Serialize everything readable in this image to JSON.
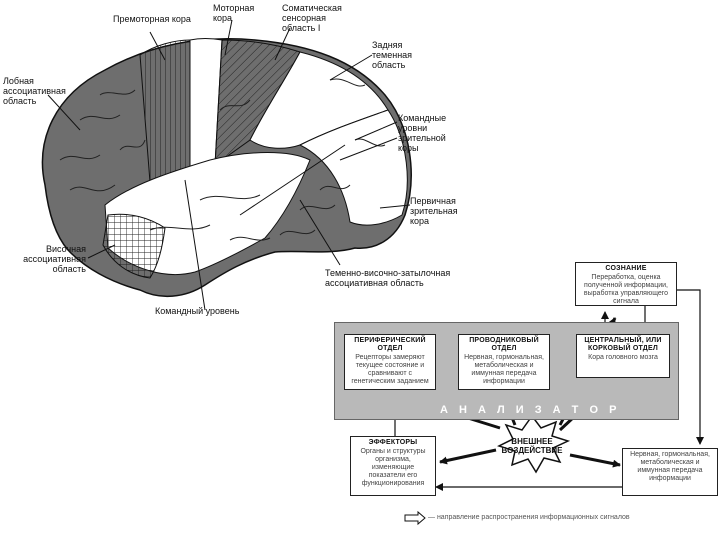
{
  "brain_labels": {
    "premotor": "Премоторная кора",
    "motor": "Моторная кора",
    "somatosensory": "Соматическая сенсорная область I",
    "posterior_parietal": "Задняя теменная область",
    "frontal_association": "Лобная ассоциативная область",
    "visual_command": "Командные уровни зрительной коры",
    "primary_visual": "Первичная зрительная кора",
    "temporal_association": "Височная ассоциативная область",
    "temporo_parieto_occipital": "Теменно-височно-затылочная ассоциативная область",
    "command_level": "Командный уровень"
  },
  "analyzer": {
    "band_label": "А Н А Л И З А Т О Р",
    "peripheral": {
      "title": "ПЕРИФЕРИЧЕСКИЙ ОТДЕЛ",
      "text": "Рецепторы замеряют текущее состояние и сравнивают с генетическим заданием"
    },
    "conductive": {
      "title": "ПРОВОДНИКОВЫЙ ОТДЕЛ",
      "text": "Нервная, гормональная, метаболическая и иммунная передача информации"
    },
    "central": {
      "title": "ЦЕНТРАЛЬНЫЙ, ИЛИ КОРКОВЫЙ ОТДЕЛ",
      "text": "Кора головного мозга"
    }
  },
  "consciousness": {
    "title": "СОЗНАНИЕ",
    "text": "Переработка, оценка полученной информации, выработка управляющего сигнала"
  },
  "effectors": {
    "title": "ЭФФЕКТОРЫ",
    "text": "Органы и структуры организма, изменяющие показатели его функционирования"
  },
  "external_impact": {
    "text": "ВНЕШНЕЕ ВОЗДЕЙСТВИЕ"
  },
  "transmission": {
    "text": "Нервная, гормональная, метаболическая и иммунная передача информации"
  },
  "legend": {
    "text": "— направление распространения информационных сигналов"
  },
  "colors": {
    "cortex_dark": "#6e6e6e",
    "cortex_light": "#ffffff",
    "band": "#b9b9b9",
    "outline": "#111111"
  }
}
